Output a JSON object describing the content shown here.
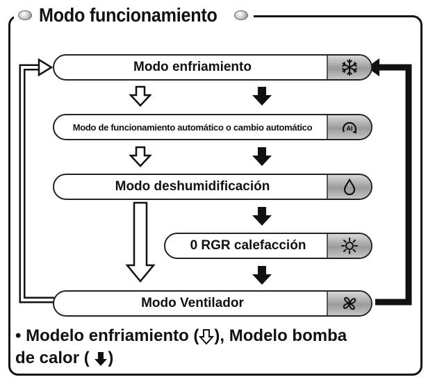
{
  "title": "Modo funcionamiento",
  "modes": [
    {
      "label": "Modo enfriamiento",
      "icon": "snowflake-icon"
    },
    {
      "label": "Modo de funcionamiento automático o cambio automático",
      "icon": "auto-ai-icon"
    },
    {
      "label": "Modo deshumidificación",
      "icon": "water-drop-icon"
    },
    {
      "label": "0 RGR calefacción",
      "icon": "sun-icon"
    },
    {
      "label": "Modo Ventilador",
      "icon": "fan-icon"
    }
  ],
  "legend": {
    "prefix": "• Modelo enfriamiento (",
    "middle": "), Modelo bomba",
    "line2_prefix": "de calor (",
    "line2_suffix": ")",
    "outline_arrow_meaning": "Modelo enfriamiento",
    "solid_arrow_meaning": "Modelo bomba de calor"
  },
  "colors": {
    "line": "#111111",
    "cap_gradient": "#9a9a9a",
    "background": "#ffffff"
  }
}
